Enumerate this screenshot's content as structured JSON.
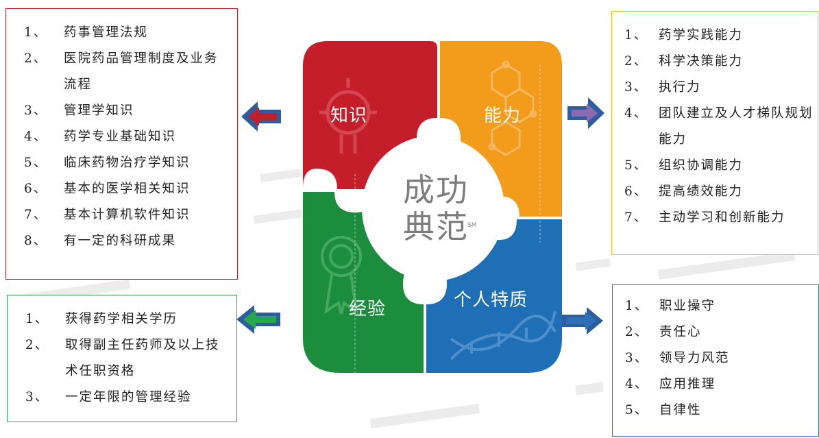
{
  "colors": {
    "knowledge": "#c41e2b",
    "ability": "#f39b1b",
    "experience": "#1b8d3c",
    "trait": "#1f6fb7",
    "center": "#ffffff",
    "center_text": "#7d7d7d"
  },
  "center": {
    "line1": "成功",
    "line2": "典范",
    "mark": "SM"
  },
  "quadrants": {
    "knowledge": "知识",
    "ability": "能力",
    "experience": "经验",
    "trait": "个人特质"
  },
  "knowledge_list": [
    {
      "num": "1、",
      "text": "药事管理法规"
    },
    {
      "num": "2、",
      "text": "医院药品管理制度及业务流程"
    },
    {
      "num": "3、",
      "text": "管理学知识"
    },
    {
      "num": "4、",
      "text": "药学专业基础知识"
    },
    {
      "num": "5、",
      "text": "临床药物治疗学知识"
    },
    {
      "num": "6、",
      "text": "基本的医学相关知识"
    },
    {
      "num": "7、",
      "text": "基本计算机软件知识"
    },
    {
      "num": "8、",
      "text": "有一定的科研成果"
    }
  ],
  "ability_list": [
    {
      "num": "1、",
      "text": "药学实践能力"
    },
    {
      "num": "2、",
      "text": "科学决策能力"
    },
    {
      "num": "3、",
      "text": "执行力"
    },
    {
      "num": "4、",
      "text": "团队建立及人才梯队规划能力"
    },
    {
      "num": "5、",
      "text": "组织协调能力"
    },
    {
      "num": "6、",
      "text": "提高绩效能力"
    },
    {
      "num": "7、",
      "text": "主动学习和创新能力"
    }
  ],
  "experience_list": [
    {
      "num": "1、",
      "text": "获得药学相关学历"
    },
    {
      "num": "2、",
      "text": "取得副主任药师及以上技术任职资格"
    },
    {
      "num": "3、",
      "text": "一定年限的管理经验"
    }
  ],
  "trait_list": [
    {
      "num": "1、",
      "text": "职业操守"
    },
    {
      "num": "2、",
      "text": "责任心"
    },
    {
      "num": "3、",
      "text": "领导力风范"
    },
    {
      "num": "4、",
      "text": "应用推理"
    },
    {
      "num": "5、",
      "text": "自律性"
    }
  ]
}
